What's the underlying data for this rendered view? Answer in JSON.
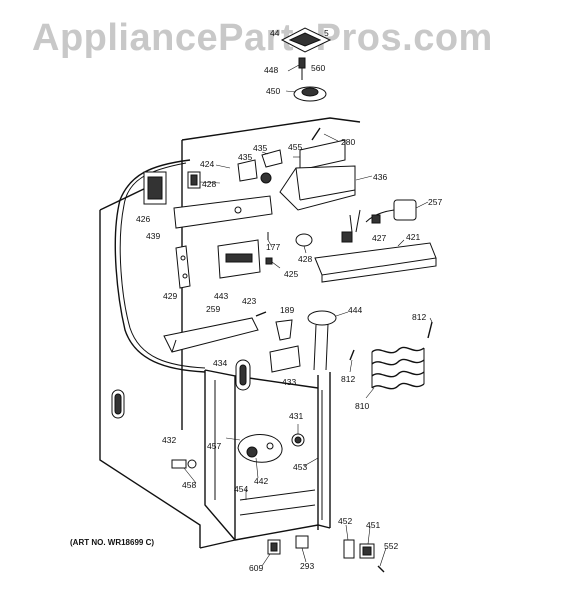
{
  "watermark": "AppliancePartsPros.com",
  "art_number": "(ART NO. WR18699 C)",
  "part_labels": {
    "p44": "44",
    "p5": "5",
    "p448": "448",
    "p560": "560",
    "p450": "450",
    "p280": "280",
    "p435a": "435",
    "p455": "455",
    "p424": "424",
    "p435b": "435",
    "p428a": "428",
    "p436": "436",
    "p426": "426",
    "p257": "257",
    "p439": "439",
    "p427": "427",
    "p421": "421",
    "p177": "177",
    "p428b": "428",
    "p425": "425",
    "p429": "429",
    "p443": "443",
    "p423": "423",
    "p189": "189",
    "p444": "444",
    "p812a": "812",
    "p259": "259",
    "p434": "434",
    "p433": "433",
    "p812b": "812",
    "p810": "810",
    "p431": "431",
    "p432": "432",
    "p457": "457",
    "p453": "453",
    "p442": "442",
    "p458": "458",
    "p454": "454",
    "p452": "452",
    "p451": "451",
    "p552": "552",
    "p609": "609",
    "p293": "293"
  }
}
